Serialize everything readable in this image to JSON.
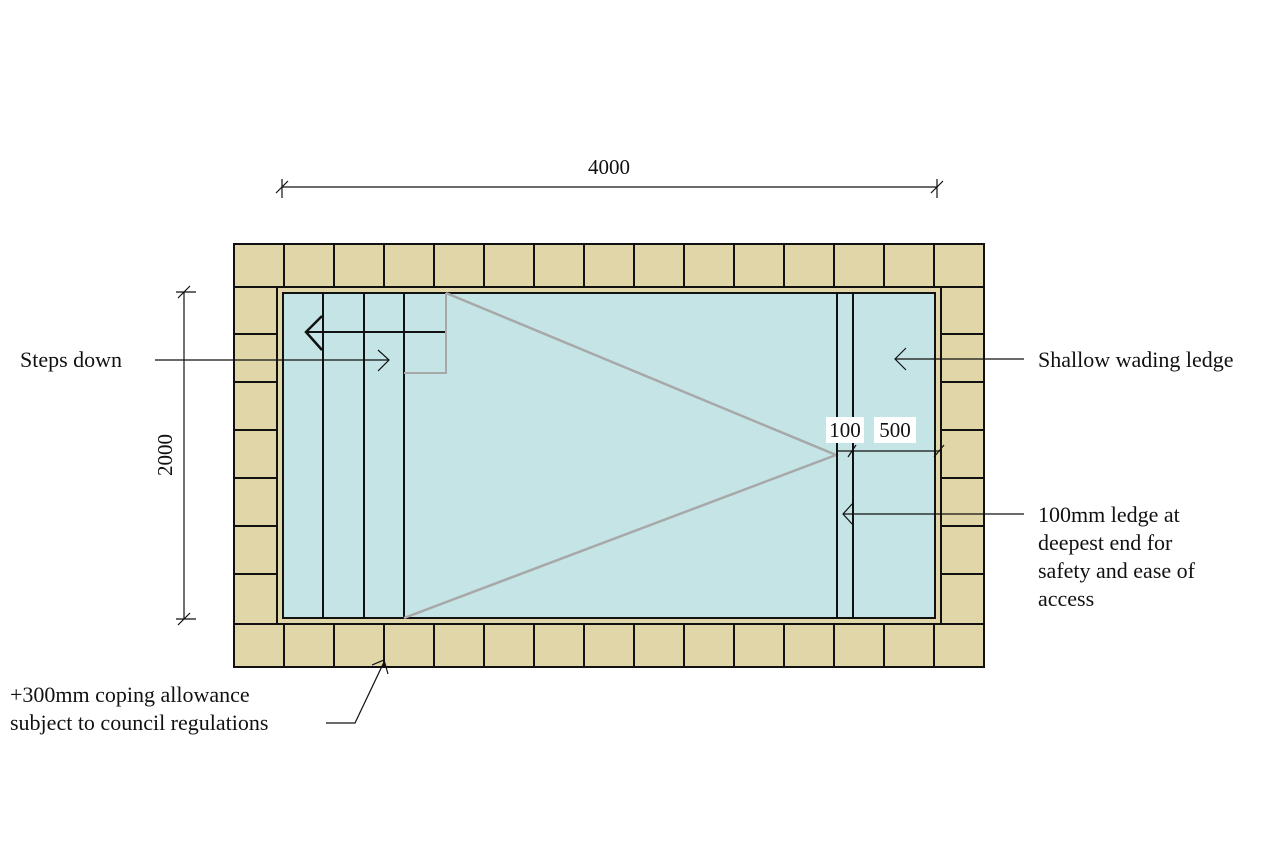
{
  "dimensions": {
    "length": "4000",
    "width": "2000",
    "ledge_depth": "100",
    "wading_width": "500"
  },
  "labels": {
    "steps": "Steps down",
    "shallow": "Shallow wading ledge",
    "ledge": [
      "100mm ledge at",
      "deepest end for",
      "safety and ease of",
      "access"
    ],
    "coping": [
      "+300mm coping allowance",
      "subject to council regulations"
    ]
  },
  "colors": {
    "coping": "#e1d6a8",
    "water": "#c4e4e5",
    "line": "#111111",
    "slope": "#a8a8a8"
  }
}
